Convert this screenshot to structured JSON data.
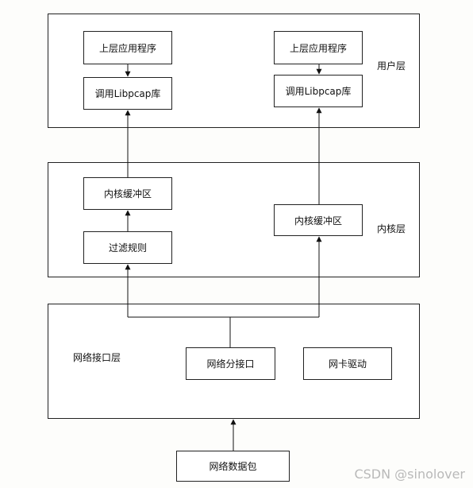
{
  "user_layer": {
    "label": "用户层",
    "left_app": "上层应用程序",
    "left_lib": "调用Libpcap库",
    "right_app": "上层应用程序",
    "right_lib": "调用Libpcap库"
  },
  "kernel_layer": {
    "label": "内核层",
    "left_buffer": "内核缓冲区",
    "filter": "过滤规则",
    "right_buffer": "内核缓冲区"
  },
  "network_layer": {
    "label": "网络接口层",
    "branch": "网络分接口",
    "driver": "网卡驱动"
  },
  "packet": "网络数据包",
  "watermark": "CSDN @sinolover"
}
